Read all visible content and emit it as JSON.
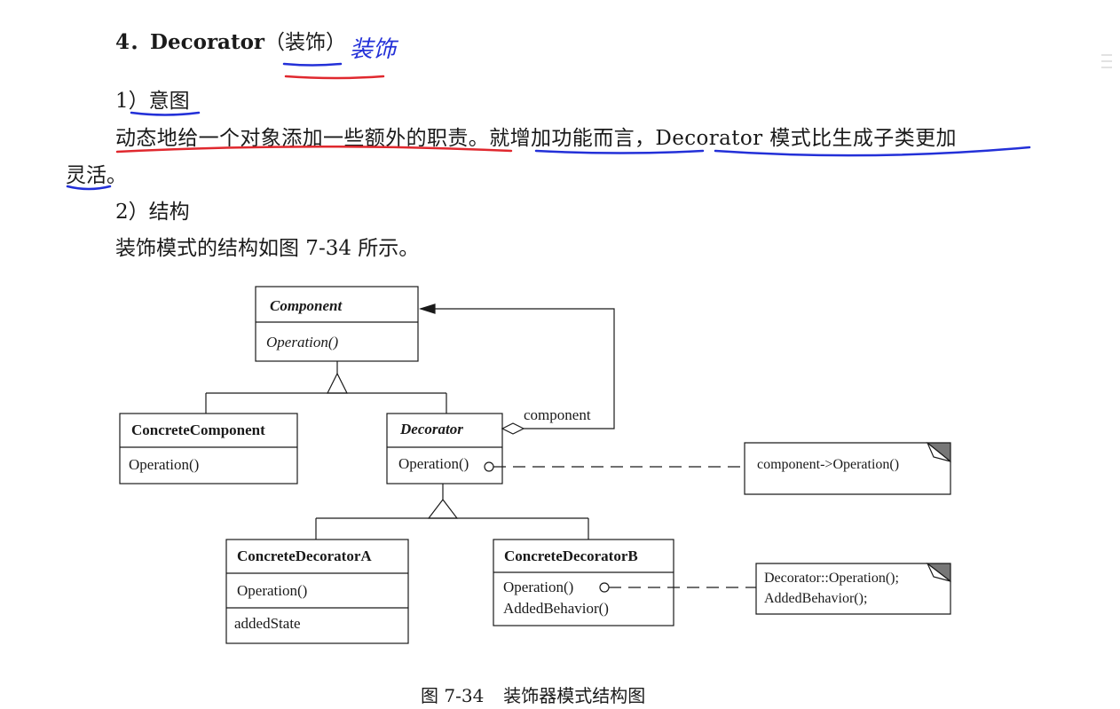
{
  "section": {
    "number": "4．",
    "title": "Decorator",
    "chinese": "（装饰）",
    "handwritten_note": "装饰"
  },
  "intent": {
    "heading": "1）意图",
    "part1": "动态地给一个对象添加一些额外的职责。",
    "part2": "就增加功能而言，",
    "part3": "Decorator 模式比生成子类更加",
    "part4": "灵活",
    "part5": "。"
  },
  "structure": {
    "heading": "2）结构",
    "body": "装饰模式的结构如图 7-34 所示。"
  },
  "diagram": {
    "classes": {
      "component": {
        "name": "Component",
        "op": "Operation()"
      },
      "concrete_component": {
        "name": "ConcreteComponent",
        "op": "Operation()"
      },
      "decorator": {
        "name": "Decorator",
        "op": "Operation()"
      },
      "concrete_decorator_a": {
        "name": "ConcreteDecoratorA",
        "op": "Operation()",
        "attr": "addedState"
      },
      "concrete_decorator_b": {
        "name": "ConcreteDecoratorB",
        "op": "Operation()",
        "op2": "AddedBehavior()"
      }
    },
    "association_label": "component",
    "note1": "component->Operation()",
    "note2_line1": "Decorator::Operation();",
    "note2_line2": "AddedBehavior();"
  },
  "caption": {
    "number": "图 7-34",
    "text": "装饰器模式结构图"
  },
  "colors": {
    "red_underline": "#e0282e",
    "blue_underline": "#2330d8",
    "text": "#1a1a1a"
  }
}
